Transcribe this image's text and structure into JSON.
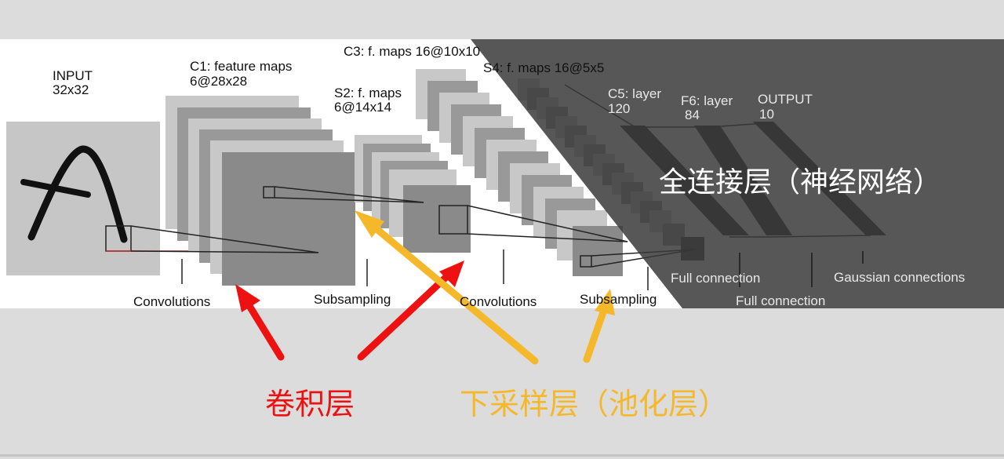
{
  "diagram": {
    "layers": [
      {
        "name": "INPUT",
        "size": "32x32"
      },
      {
        "name": "C1: feature maps",
        "size": "6@28x28"
      },
      {
        "name": "S2: f. maps",
        "size": "6@14x14"
      },
      {
        "name": "C3: f. maps 16@10x10"
      },
      {
        "name": "S4: f. maps 16@5x5"
      },
      {
        "name": "C5: layer",
        "size": "120"
      },
      {
        "name": "F6: layer",
        "size": "84"
      },
      {
        "name": "OUTPUT",
        "size": "10"
      }
    ],
    "operations": [
      "Convolutions",
      "Subsampling",
      "Convolutions",
      "Subsampling",
      "Full connection",
      "Full connection",
      "Gaussian connections"
    ]
  },
  "annotations": {
    "fully_connected": "全连接层（神经网络）",
    "conv": "卷积层",
    "pooling": "下采样层（池化层）"
  },
  "colors": {
    "conv_arrow": "#ee1111",
    "pool_arrow": "#f4b82a",
    "dark_overlay": "#3a3a3a"
  }
}
